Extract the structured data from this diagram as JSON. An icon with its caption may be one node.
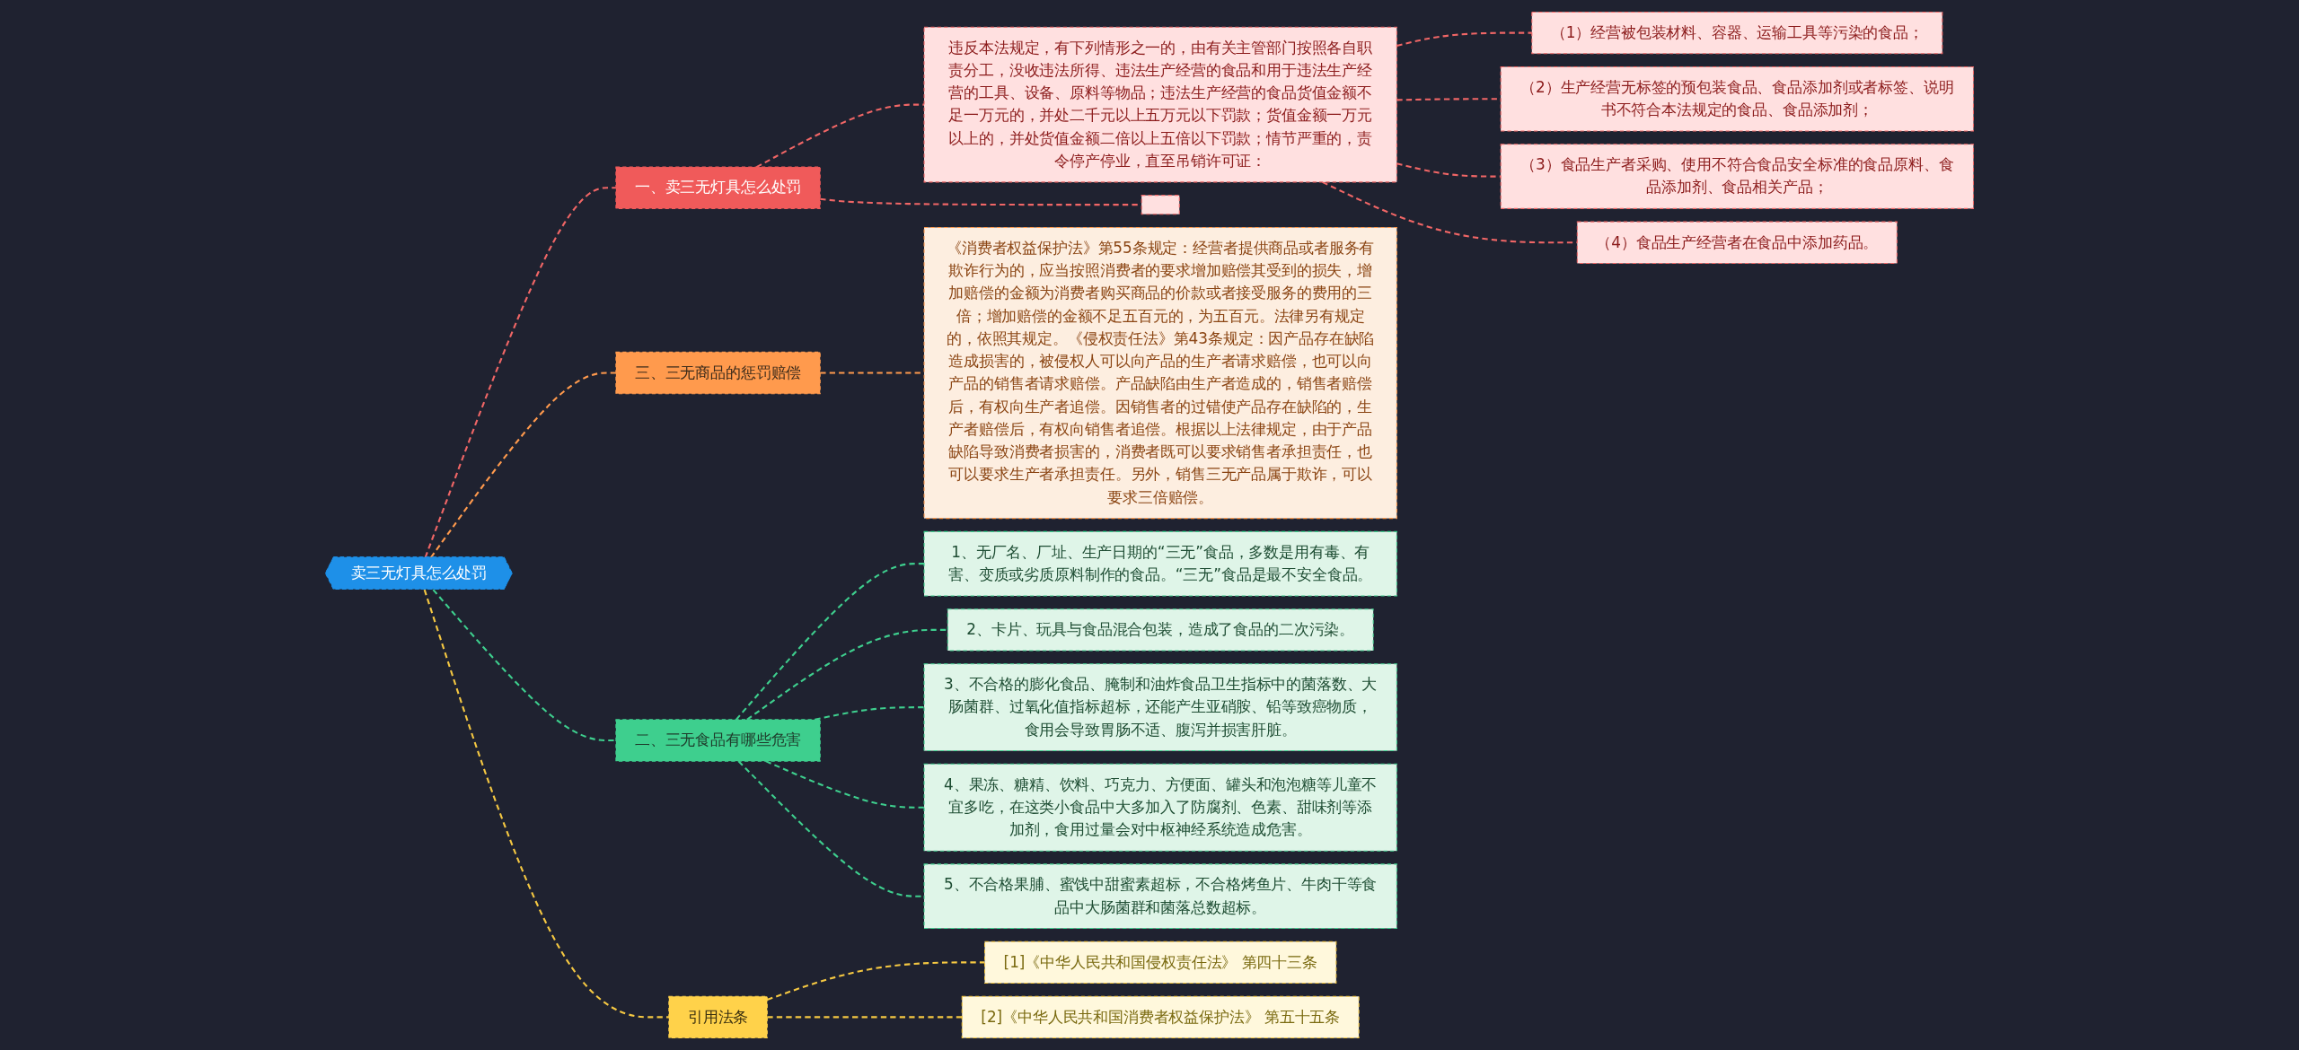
{
  "diagram": {
    "nodes": [
      {
        "text": [
          "卖三无灯具怎么处罚"
        ]
      },
      {
        "text": [
          "一、卖三无灯具怎么处罚"
        ]
      },
      {
        "text": [
          "违反本法规定，有下列情形之一的，由有关主管部门按照各自职责分工，没收违法所得、违法生产经营的食品和用于违法生产经营的工具、设备、原料等物品；违法生产经营的食品货值金额不足一万元的，并处二千元以上五万元以下罚款；货值金额一万元以上的，并处货值金额二倍以上五倍以下罚款；情节严重的，责令停产停业，直至吊销许可证："
        ]
      },
      {
        "text": [
          "（1）经营被包装材料、容器、运输工具等污染的食品；"
        ]
      },
      {
        "text": [
          "（2）生产经营无标签的预包装食品、食品添加剂或者标签、说明书不符合本法规定的食品、食品添加剂；"
        ]
      },
      {
        "text": [
          "（3）食品生产者采购、使用不符合食品安全标准的食品原料、食品添加剂、食品相关产品；"
        ]
      },
      {
        "text": [
          "（4）食品生产经营者在食品中添加药品。"
        ]
      },
      {
        "text": [],
        "shape": "box"
      },
      {
        "text": [
          "三、三无商品的惩罚赔偿"
        ]
      },
      {
        "text": [
          "《消费者权益保护法》第55条规定：经营者提供商品或者服务有欺诈行为的，应当按照消费者的要求增加赔偿其受到的损失，增加赔偿的金额为消费者购买商品的价款或者接受服务的费用的三倍；增加赔偿的金额不足五百元的，为五百元。法律另有规定的，依照其规定。《侵权责任法》第43条规定：因产品存在缺陷造成损害的，被侵权人可以向产品的生产者请求赔偿，也可以向产品的销售者请求赔偿。产品缺陷由生产者造成的，销售者赔偿后，有权向生产者追偿。因销售者的过错使产品存在缺陷的，生产者赔偿后，有权向销售者追偿。根据以上法律规定，由于产品缺陷导致消费者损害的，消费者既可以要求销售者承担责任，也可以要求生产者承担责任。另外，销售三无产品属于欺诈，可以要求三倍赔偿。"
        ]
      },
      {
        "text": [
          "二、三无食品有哪些危害"
        ]
      },
      {
        "text": [
          "1、无厂名、厂址、生产日期的“三无”食品，多数是用有毒、有害、变质或劣质原料制作的食品。“三无”食品是最不安全食品。"
        ]
      },
      {
        "text": [
          "2、卡片、玩具与食品混合包装，造成了食品的二次污染。"
        ]
      },
      {
        "text": [
          "3、不合格的膨化食品、腌制和油炸食品卫生指标中的菌落数、大肠菌群、过氧化值指标超标，还能产生亚硝胺、铅等致癌物质，食用会导致胃肠不适、腹泻并损害肝脏。"
        ]
      },
      {
        "text": [
          "4、果冻、糖精、饮料、巧克力、方便面、罐头和泡泡糖等儿童不宜多吃，在这类小食品中大多加入了防腐剂、色素、甜味剂等添加剂，食用过量会对中枢神经系统造成危害。"
        ]
      },
      {
        "text": [
          "5、不合格果脯、蜜饯中甜蜜素超标，不合格烤鱼片、牛肉干等食品中大肠菌群和菌落总数超标。"
        ]
      },
      {
        "text": [
          "引用法条"
        ]
      },
      {
        "text": [
          "[1]《中华人民共和国侵权责任法》 第四十三条"
        ]
      },
      {
        "text": [
          "[2]《中华人民共和国消费者权益保护法》 第五十五条"
        ]
      }
    ],
    "edges": [
      {
        "from": 0,
        "to": 1,
        "arrow": "none",
        "style": "dashed",
        "color": "#f06666"
      },
      {
        "from": 1,
        "to": 2,
        "arrow": "none",
        "style": "dashed",
        "color": "#f06666"
      },
      {
        "from": 2,
        "to": 3,
        "arrow": "none",
        "style": "dashed",
        "color": "#f06666"
      },
      {
        "from": 2,
        "to": 4,
        "arrow": "none",
        "style": "dashed",
        "color": "#f06666"
      },
      {
        "from": 2,
        "to": 5,
        "arrow": "none",
        "style": "dashed",
        "color": "#f06666"
      },
      {
        "from": 2,
        "to": 6,
        "arrow": "none",
        "style": "dashed",
        "color": "#f06666"
      },
      {
        "from": 1,
        "to": 7,
        "arrow": "none",
        "style": "dashed",
        "color": "#f06666"
      },
      {
        "from": 0,
        "to": 8,
        "arrow": "none",
        "style": "dashed",
        "color": "#ff9a4d"
      },
      {
        "from": 8,
        "to": 9,
        "arrow": "none",
        "style": "dashed",
        "color": "#ff9a4d"
      },
      {
        "from": 0,
        "to": 10,
        "arrow": "none",
        "style": "dashed",
        "color": "#3ecf8e"
      },
      {
        "from": 10,
        "to": 11,
        "arrow": "none",
        "style": "dashed",
        "color": "#3ecf8e"
      },
      {
        "from": 10,
        "to": 12,
        "arrow": "none",
        "style": "dashed",
        "color": "#3ecf8e"
      },
      {
        "from": 10,
        "to": 13,
        "arrow": "none",
        "style": "dashed",
        "color": "#3ecf8e"
      },
      {
        "from": 10,
        "to": 14,
        "arrow": "none",
        "style": "dashed",
        "color": "#3ecf8e"
      },
      {
        "from": 10,
        "to": 15,
        "arrow": "none",
        "style": "dashed",
        "color": "#3ecf8e"
      },
      {
        "from": 0,
        "to": 16,
        "arrow": "none",
        "style": "dashed",
        "color": "#f5c842"
      },
      {
        "from": 16,
        "to": 17,
        "arrow": "none",
        "style": "dashed",
        "color": "#f5c842"
      },
      {
        "from": 16,
        "to": 18,
        "arrow": "none",
        "style": "dashed",
        "color": "#f5c842"
      }
    ]
  }
}
